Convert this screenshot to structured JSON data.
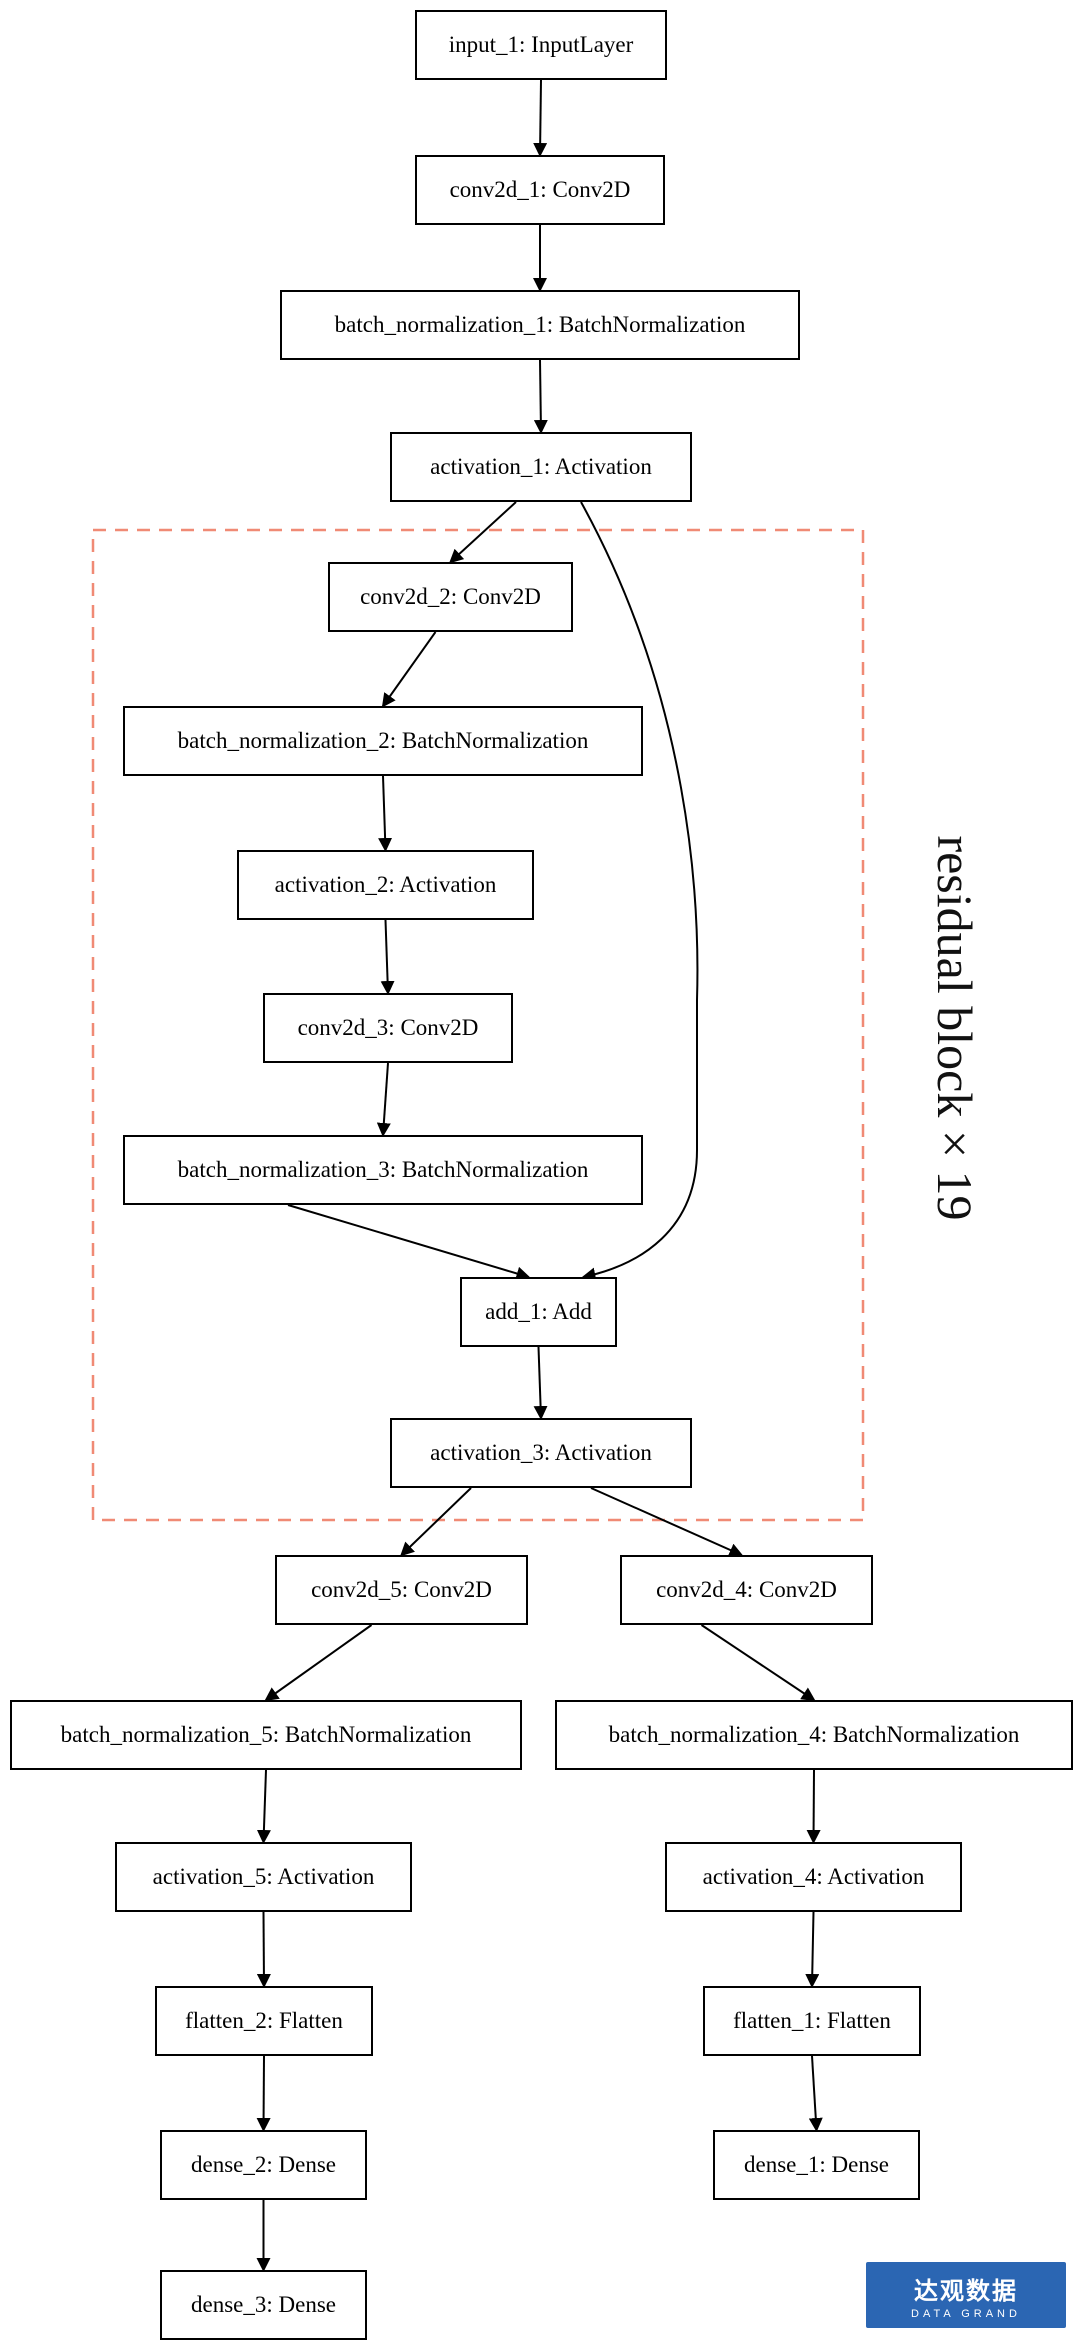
{
  "diagram": {
    "nodes": [
      {
        "id": "n1",
        "label": "input_1: InputLayer"
      },
      {
        "id": "n2",
        "label": "conv2d_1: Conv2D"
      },
      {
        "id": "n3",
        "label": "batch_normalization_1: BatchNormalization"
      },
      {
        "id": "n4",
        "label": "activation_1: Activation"
      },
      {
        "id": "n5",
        "label": "conv2d_2: Conv2D"
      },
      {
        "id": "n6",
        "label": "batch_normalization_2: BatchNormalization"
      },
      {
        "id": "n7",
        "label": "activation_2: Activation"
      },
      {
        "id": "n8",
        "label": "conv2d_3: Conv2D"
      },
      {
        "id": "n9",
        "label": "batch_normalization_3: BatchNormalization"
      },
      {
        "id": "n10",
        "label": "add_1: Add"
      },
      {
        "id": "n11",
        "label": "activation_3: Activation"
      },
      {
        "id": "n12",
        "label": "conv2d_5: Conv2D"
      },
      {
        "id": "n13",
        "label": "conv2d_4: Conv2D"
      },
      {
        "id": "n14",
        "label": "batch_normalization_5: BatchNormalization"
      },
      {
        "id": "n15",
        "label": "batch_normalization_4: BatchNormalization"
      },
      {
        "id": "n16",
        "label": "activation_5: Activation"
      },
      {
        "id": "n17",
        "label": "activation_4: Activation"
      },
      {
        "id": "n18",
        "label": "flatten_2: Flatten"
      },
      {
        "id": "n19",
        "label": "flatten_1: Flatten"
      },
      {
        "id": "n20",
        "label": "dense_2: Dense"
      },
      {
        "id": "n21",
        "label": "dense_1: Dense"
      },
      {
        "id": "n22",
        "label": "dense_3: Dense"
      }
    ],
    "edges": [
      [
        "n1",
        "n2"
      ],
      [
        "n2",
        "n3"
      ],
      [
        "n3",
        "n4"
      ],
      [
        "n4",
        "n5"
      ],
      [
        "n4",
        "n10"
      ],
      [
        "n5",
        "n6"
      ],
      [
        "n6",
        "n7"
      ],
      [
        "n7",
        "n8"
      ],
      [
        "n8",
        "n9"
      ],
      [
        "n9",
        "n10"
      ],
      [
        "n10",
        "n11"
      ],
      [
        "n11",
        "n12"
      ],
      [
        "n11",
        "n13"
      ],
      [
        "n12",
        "n14"
      ],
      [
        "n13",
        "n15"
      ],
      [
        "n14",
        "n16"
      ],
      [
        "n15",
        "n17"
      ],
      [
        "n16",
        "n18"
      ],
      [
        "n17",
        "n19"
      ],
      [
        "n18",
        "n20"
      ],
      [
        "n19",
        "n21"
      ],
      [
        "n20",
        "n22"
      ]
    ],
    "block_label": "residual block × 19",
    "block_border_color": "#f08a75"
  },
  "logo": {
    "text_cn": "达观数据",
    "text_en": "DATA GRAND",
    "color": "#2b66b3"
  }
}
